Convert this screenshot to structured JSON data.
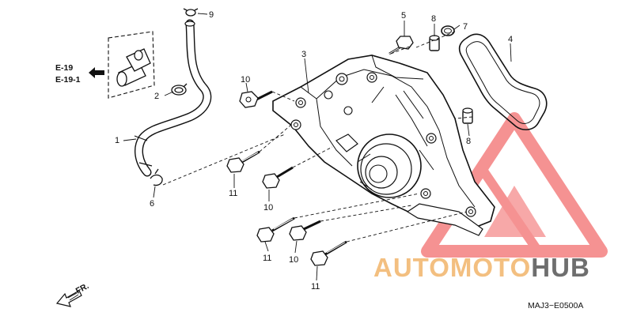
{
  "callouts": {
    "c1": "1",
    "c2": "2",
    "c3": "3",
    "c4": "4",
    "c5": "5",
    "c6": "6",
    "c7": "7",
    "c8a": "8",
    "c8b": "8",
    "c9": "9",
    "c10a": "10",
    "c10b": "10",
    "c10c": "10",
    "c11a": "11",
    "c11b": "11",
    "c11c": "11"
  },
  "refs": {
    "ref1": "E-19",
    "ref2": "E-19-1"
  },
  "front_label": "FR.",
  "diagram_code": "MAJ3−E0500A",
  "watermark": {
    "part1": "AUTOMOTO",
    "part2": "HUB",
    "color1": "#f2b56b",
    "color2": "#555555",
    "logo_color": "#ef4b4b"
  }
}
